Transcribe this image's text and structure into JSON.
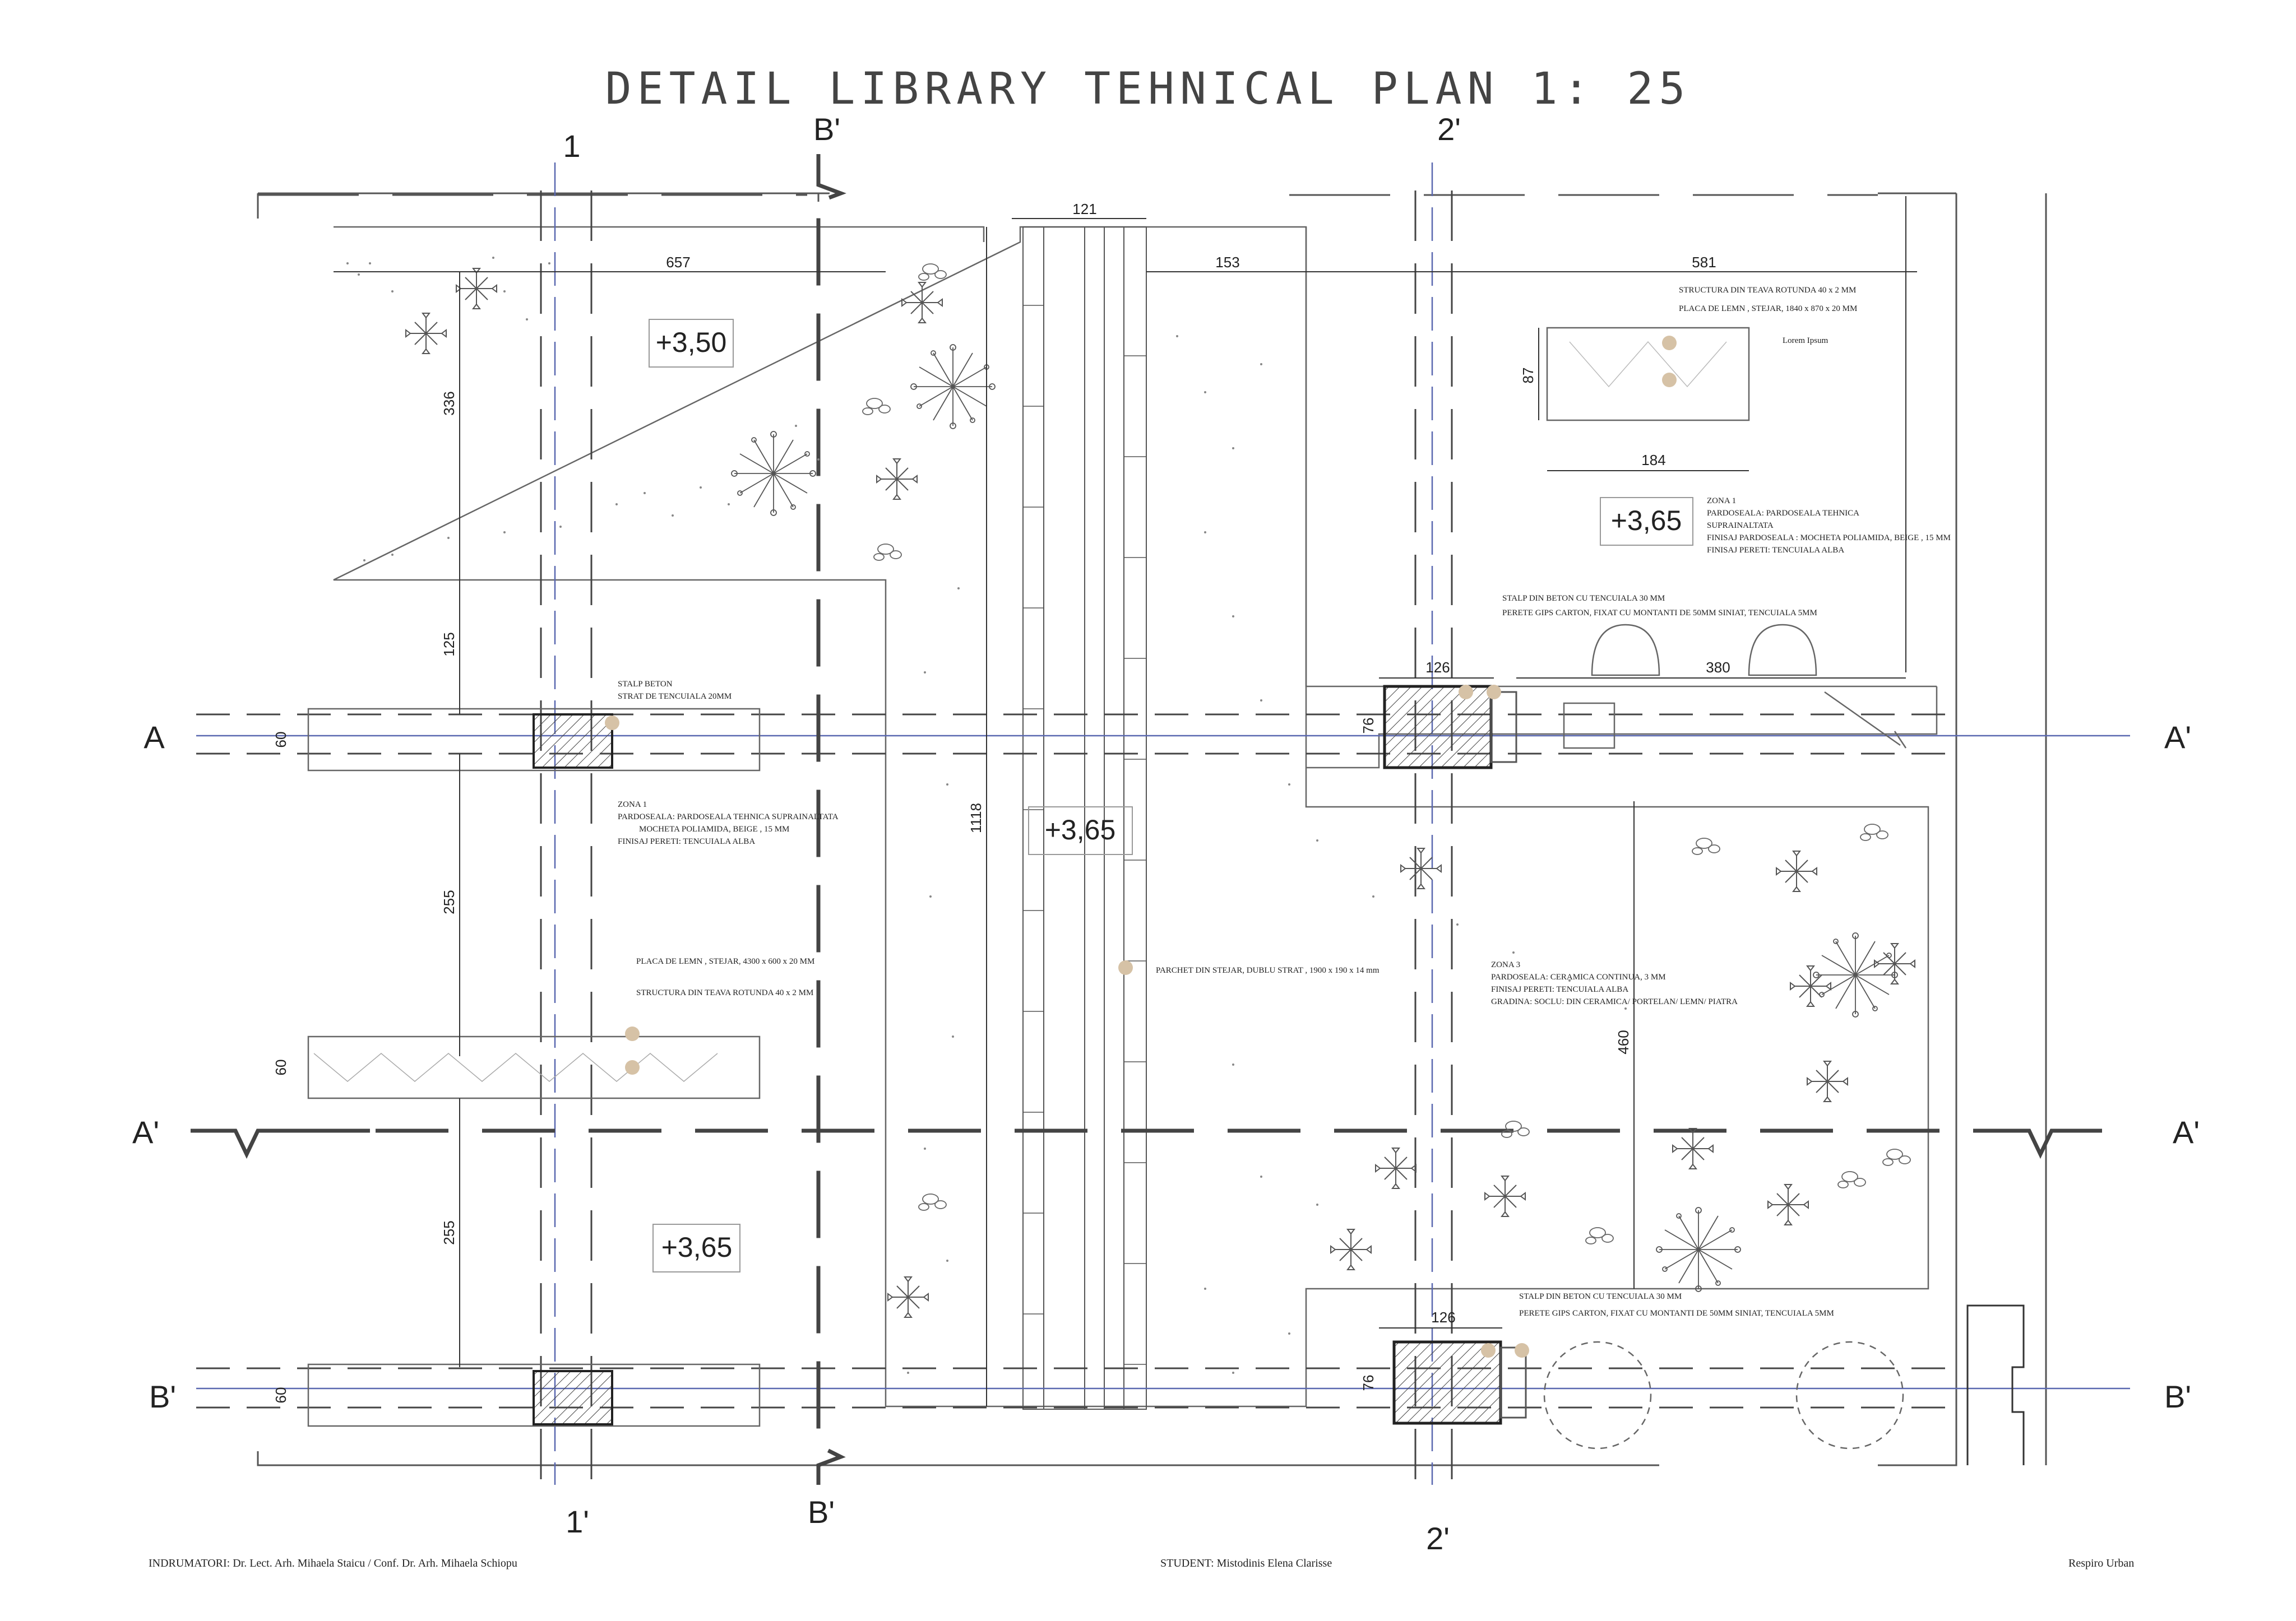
{
  "title": "DETAIL LIBRARY TEHNICAL PLAN 1:  25",
  "axes": {
    "col_1_top": "1",
    "col_1_bottom": "1'",
    "col_b_top": "B'",
    "col_b_bottom": "B'",
    "col_2_top": "2'",
    "col_2_bottom": "2'",
    "row_a_left": "A",
    "row_a_right": "A'",
    "row_a2_left": "A'",
    "row_a2_right": "A'",
    "row_b_left": "B'",
    "row_b_right": "B'"
  },
  "levels": {
    "upper_left": "+3,50",
    "right_zone": "+3,65",
    "center_walkway": "+3,65",
    "lower_left": "+3,65"
  },
  "dimensions": {
    "d121": "121",
    "d657": "657",
    "d153": "153",
    "d581": "581",
    "d336": "336",
    "d125": "125",
    "d60a": "60",
    "d255a": "255",
    "d60b": "60",
    "d255b": "255",
    "d60c": "60",
    "d1118": "1118",
    "d87": "87",
    "d184": "184",
    "d126a": "126",
    "d380": "380",
    "d76a": "76",
    "d460": "460",
    "d126b": "126",
    "d76b": "76"
  },
  "annotations": {
    "top_right_1": "STRUCTURA DIN TEAVA ROTUNDA 40 x 2 MM",
    "top_right_2": "PLACA DE LEMN , STEJAR, 1840 x 870 x 20 MM",
    "lorem": "Lorem Ipsum",
    "zona1_r_title": "ZONA 1",
    "zona1_r_1": "PARDOSEALA:  PARDOSEALA TEHNICA",
    "zona1_r_2": "SUPRAINALTATA",
    "zona1_r_3": "FINISAJ PARDOSEALA : MOCHETA POLIAMIDA, BEIGE , 15 MM",
    "zona1_r_4": "FINISAJ PERETI:  TENCUIALA ALBA",
    "stalp_r_1": "STALP DIN BETON CU TENCUIALA 30 MM",
    "stalp_r_2": "PERETE GIPS CARTON, FIXAT CU MONTANTI DE 50MM SINIAT, TENCUIALA 5MM",
    "stalp_l_1": "STALP BETON",
    "stalp_l_2": "STRAT DE  TENCUIALA 20MM",
    "zona1_l_title": "ZONA 1",
    "zona1_l_1": "PARDOSEALA:  PARDOSEALA TEHNICA SUPRAINALTATA",
    "zona1_l_2": "MOCHETA POLIAMIDA, BEIGE , 15 MM",
    "zona1_l_3": "FINISAJ PERETI:  TENCUIALA ALBA",
    "placa_l": "PLACA DE LEMN , STEJAR, 4300 x 600 x 20 MM",
    "structura_l": "STRUCTURA DIN TEAVA ROTUNDA 40 x 2 MM",
    "parchet": "PARCHET DIN STEJAR, DUBLU STRAT , 1900 x 190 x 14 mm",
    "zona3_title": "ZONA 3",
    "zona3_1": "PARDOSEALA:  CERAMICA CONTINUA, 3 MM",
    "zona3_2": "FINISAJ PERETI:  TENCUIALA ALBA",
    "zona3_3": "GRADINA: SOCLU: DIN CERAMICA/ PORTELAN/ LEMN/ PIATRA",
    "stalp_b_1": "STALP DIN BETON CU TENCUIALA 30 MM",
    "stalp_b_2": "PERETE GIPS CARTON, FIXAT CU MONTANTI DE 50MM SINIAT, TENCUIALA 5MM"
  },
  "footer": {
    "tutors": "INDRUMATORI:  Dr. Lect. Arh. Mihaela Staicu / Conf. Dr. Arh. Mihaela Schiopu",
    "student": "STUDENT: Mistodinis Elena Clarisse",
    "project": "Respiro Urban"
  },
  "colors": {
    "line": "#555555",
    "axis_blue": "#5a68b0",
    "marker": "#d6c2a6",
    "cut_line": "#444444"
  }
}
